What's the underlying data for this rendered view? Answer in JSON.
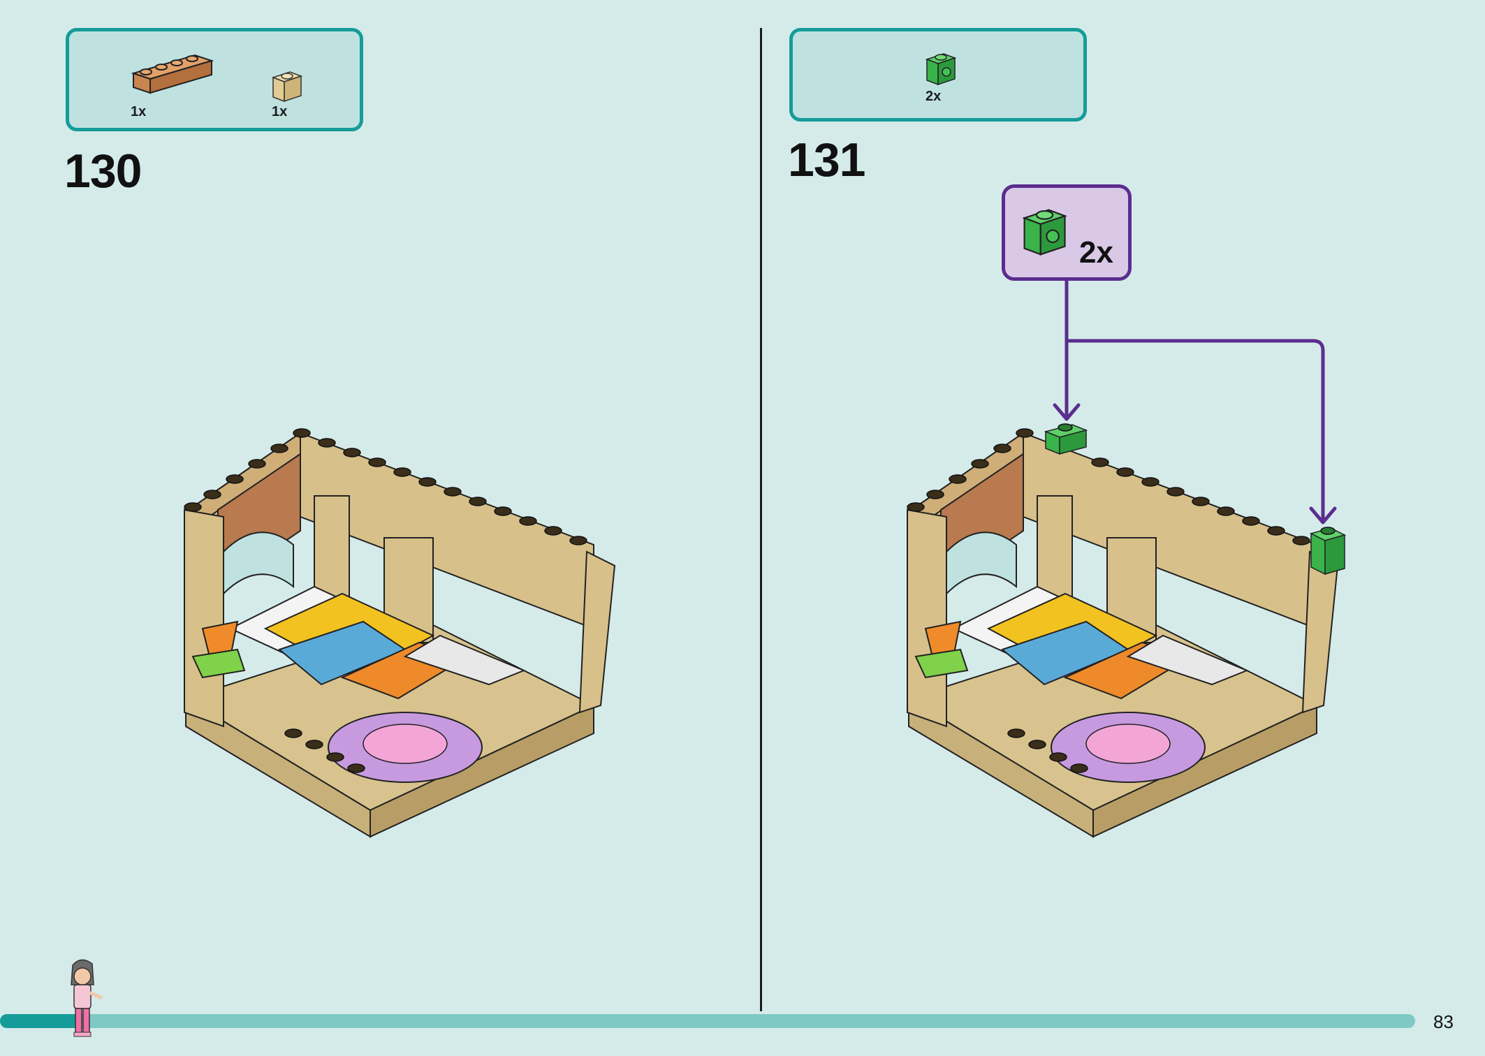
{
  "step_130": {
    "number": "130",
    "parts": [
      {
        "name": "1x4 brick nougat",
        "qty": "1x"
      },
      {
        "name": "1x1 brick tan",
        "qty": "1x"
      }
    ]
  },
  "step_131": {
    "number": "131",
    "parts": [
      {
        "name": "1x1 brick with stud green",
        "qty": "2x"
      }
    ],
    "callout_qty": "2x"
  },
  "progress": {
    "fraction": 0.055
  },
  "page_number": "83",
  "colors": {
    "background": "#d5ebea",
    "parts_box_border": "#159c98",
    "callout_border": "#5b2d8e",
    "arrow": "#5b2d8e",
    "tan": "#d7c08a",
    "green": "#3ab34a"
  }
}
